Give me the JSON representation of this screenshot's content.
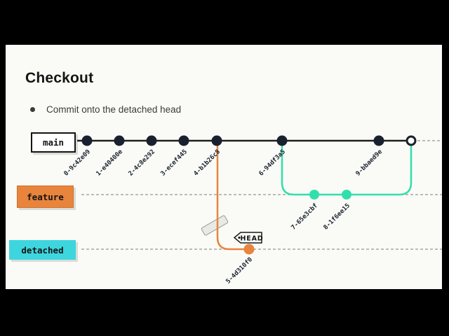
{
  "slide": {
    "title": "Checkout",
    "bullet": "Commit onto the detached head"
  },
  "branches": {
    "main": "main",
    "feature": "feature",
    "detached": "detached"
  },
  "graph": {
    "head_tag": "HEAD",
    "main_commits": [
      {
        "label": "0-9c42e09"
      },
      {
        "label": "1-e40400e"
      },
      {
        "label": "2-4c8e292"
      },
      {
        "label": "3-ecef445"
      },
      {
        "label": "4-b1b26c8"
      },
      {
        "label": "6-94df3a5"
      },
      {
        "label": "9-bbaed9e"
      }
    ],
    "feature_commits": [
      {
        "label": "7-65e3cbf"
      },
      {
        "label": "8-1f6ee15"
      }
    ],
    "detached_commits": [
      {
        "label": "5-4d310f0"
      }
    ]
  },
  "colors": {
    "background": "#000000",
    "slide": "#fafbf6",
    "commit_dark": "#1a212e",
    "main_line": "#1f1f1f",
    "orange": "#e8843c",
    "teal": "#32dfac",
    "cyan": "#3dd6de",
    "lane_dash": "#a3a8a3"
  }
}
